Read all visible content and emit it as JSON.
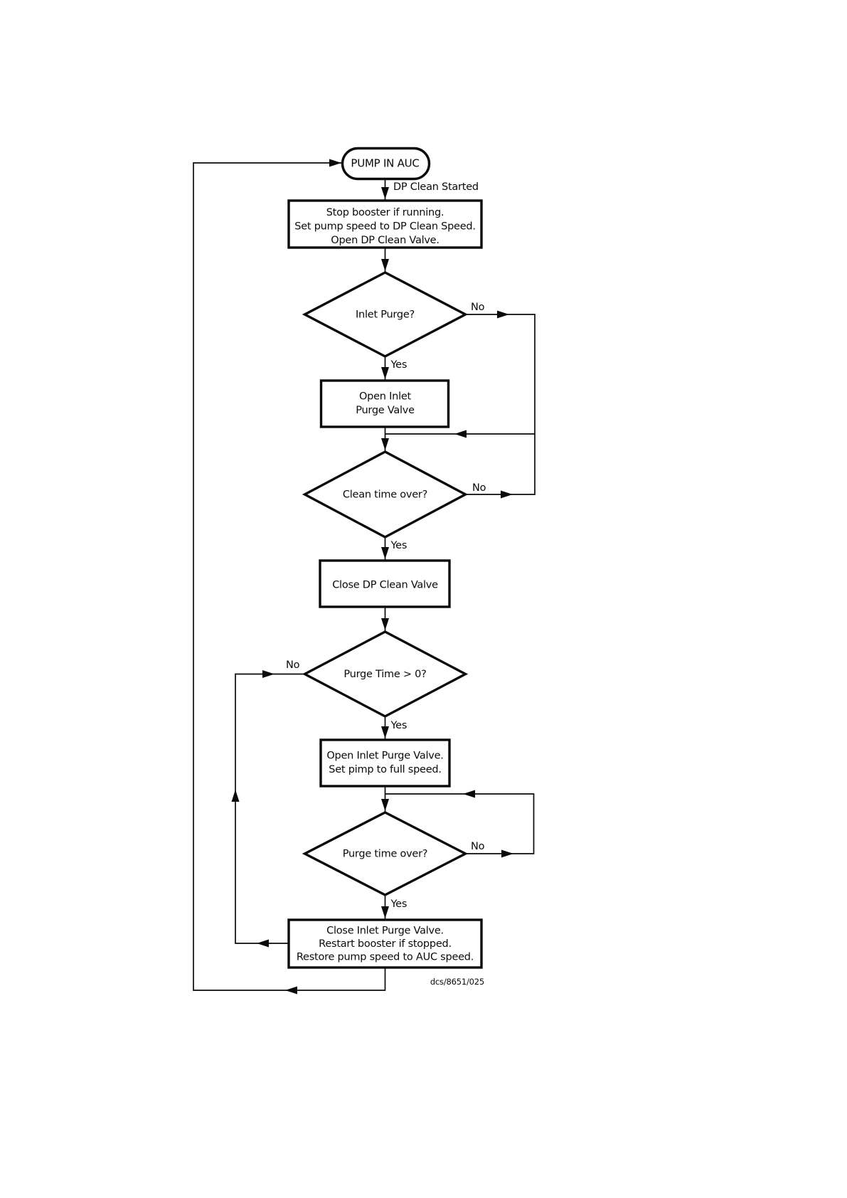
{
  "page": {
    "background_color": "#ffffff",
    "line_color": "#0a0a0a"
  },
  "flowchart": {
    "nodes": {
      "start": {
        "type": "terminator",
        "label": "PUMP IN AUC"
      },
      "stop_booster": {
        "type": "process",
        "lines": [
          "Stop booster if running.",
          "Set pump speed to DP Clean Speed.",
          "Open DP Clean Valve."
        ]
      },
      "inlet_purge": {
        "type": "decision",
        "label": "Inlet Purge?"
      },
      "open_inlet_purge_valve": {
        "type": "process",
        "lines": [
          "Open Inlet",
          "Purge Valve"
        ]
      },
      "clean_time_over": {
        "type": "decision",
        "label": "Clean time over?"
      },
      "close_dp_clean_valve": {
        "type": "process",
        "label": "Close DP Clean Valve"
      },
      "purge_time_gt_zero": {
        "type": "decision",
        "label": "Purge Time > 0?"
      },
      "open_purge_full_speed": {
        "type": "process",
        "lines": [
          "Open Inlet Purge Valve.",
          "Set pimp to full speed."
        ]
      },
      "purge_time_over": {
        "type": "decision",
        "label": "Purge time over?"
      },
      "close_purge_restore": {
        "type": "process",
        "lines": [
          "Close Inlet Purge Valve.",
          "Restart booster if stopped.",
          "Restore pump speed to AUC speed."
        ]
      }
    },
    "edge_labels": {
      "dp_clean_started": "DP Clean Started",
      "inlet_purge_no": "No",
      "inlet_purge_yes": "Yes",
      "clean_time_over_no": "No",
      "clean_time_over_yes": "Yes",
      "purge_time_gt_zero_no": "No",
      "purge_time_gt_zero_yes": "Yes",
      "purge_time_over_no": "No",
      "purge_time_over_yes": "Yes"
    },
    "footer": {
      "reference": "dcs/8651/025"
    }
  }
}
